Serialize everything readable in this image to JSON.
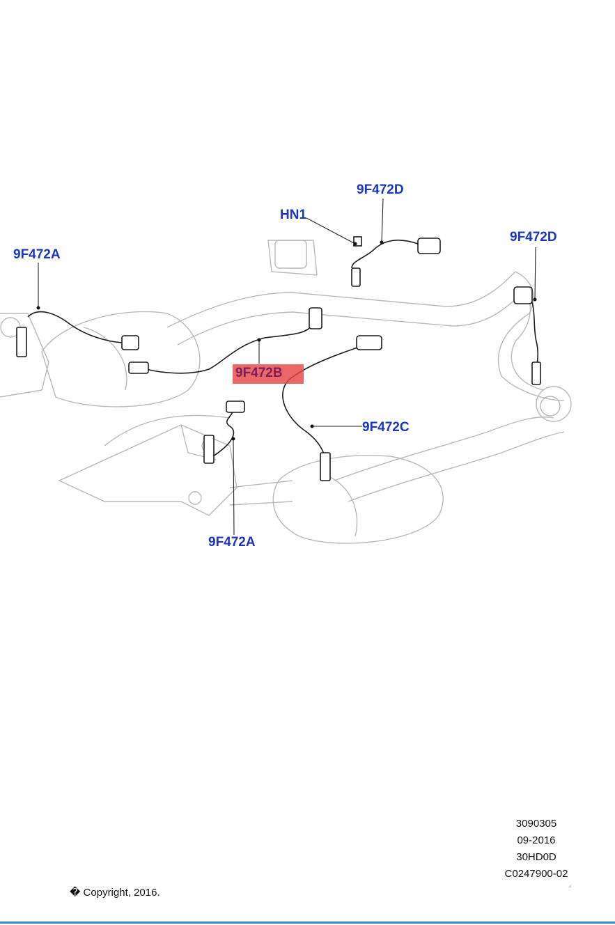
{
  "callouts": {
    "hn1": "HN1",
    "d_top": "9F472D",
    "d_right": "9F472D",
    "a_left": "9F472A",
    "b": "9F472B",
    "c": "9F472C",
    "a_bottom": "9F472A"
  },
  "highlight_color": "#e84646",
  "callout_color": "#1a35c4",
  "meta": [
    "3090305",
    "09-2016",
    "30HD0D",
    "C0247900-02"
  ],
  "copyright": "� Copyright, 2016."
}
